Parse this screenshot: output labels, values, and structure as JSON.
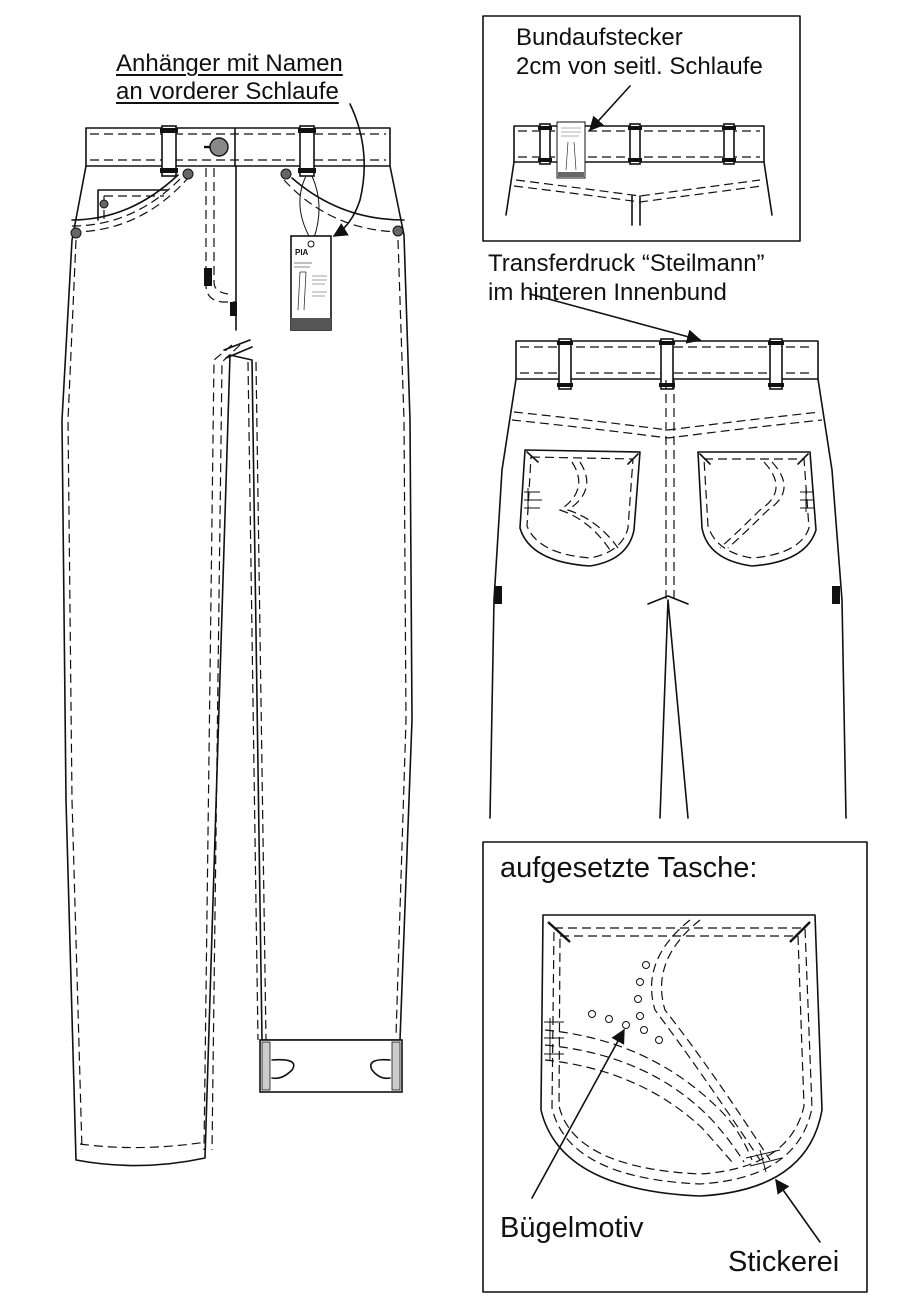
{
  "labels": {
    "front_tag_line1": "Anhänger mit Namen",
    "front_tag_line2": "an vorderer Schlaufe",
    "waist_tag_line1": "Bundaufstecker",
    "waist_tag_line2": "2cm von seitl. Schlaufe",
    "transfer_line1": "Transferdruck “Steilmann”",
    "transfer_line2": "im hinteren Innenbund",
    "pocket_title": "aufgesetzte Tasche:",
    "motif": "Bügelmotiv",
    "embroidery": "Stickerei"
  },
  "hangtag": {
    "name": "PIA"
  }
}
